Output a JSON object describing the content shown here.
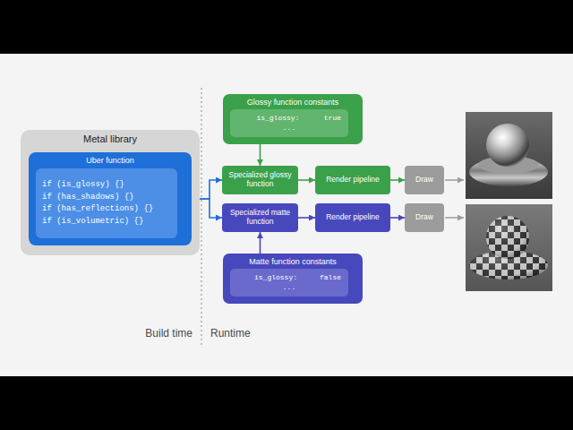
{
  "diagram": {
    "nodes": [
      {
        "text": [
          "Metal library"
        ]
      },
      {
        "text": [
          "Uber function"
        ],
        "in": 0
      },
      {
        "text": [
          "if (is_glossy) {}",
          "if (has_shadows) {}",
          "if (has_reflections) {}",
          "if (is_volumetric) {}"
        ],
        "in": 1
      },
      {
        "text": [
          "Glossy function constants"
        ]
      },
      {
        "text": [
          "is_glossy:",
          "true",
          "..."
        ],
        "in": 3
      },
      {
        "text": [
          "Specialized glossy function"
        ]
      },
      {
        "text": [
          "Render pipeline"
        ]
      },
      {
        "text": [
          "Draw"
        ]
      },
      {
        "text": [
          "Specialized matte function"
        ]
      },
      {
        "text": [
          "Render pipeline"
        ]
      },
      {
        "text": [
          "Draw"
        ]
      },
      {
        "text": [
          "Matte function constants"
        ]
      },
      {
        "text": [
          "is_glossy:",
          "false",
          "..."
        ],
        "in": 11
      }
    ],
    "edges": [
      {
        "from": 1,
        "to": 5,
        "arrow": "to"
      },
      {
        "from": 1,
        "to": 8,
        "arrow": "to"
      },
      {
        "from": 3,
        "to": 5,
        "arrow": "to"
      },
      {
        "from": 5,
        "to": 6,
        "arrow": "to"
      },
      {
        "from": 6,
        "to": 7,
        "arrow": "to"
      },
      {
        "from": 8,
        "to": 9,
        "arrow": "to"
      },
      {
        "from": 9,
        "to": 10,
        "arrow": "to"
      },
      {
        "from": 11,
        "to": 8,
        "arrow": "to"
      }
    ],
    "labels": [
      "Build time",
      "Runtime"
    ]
  }
}
